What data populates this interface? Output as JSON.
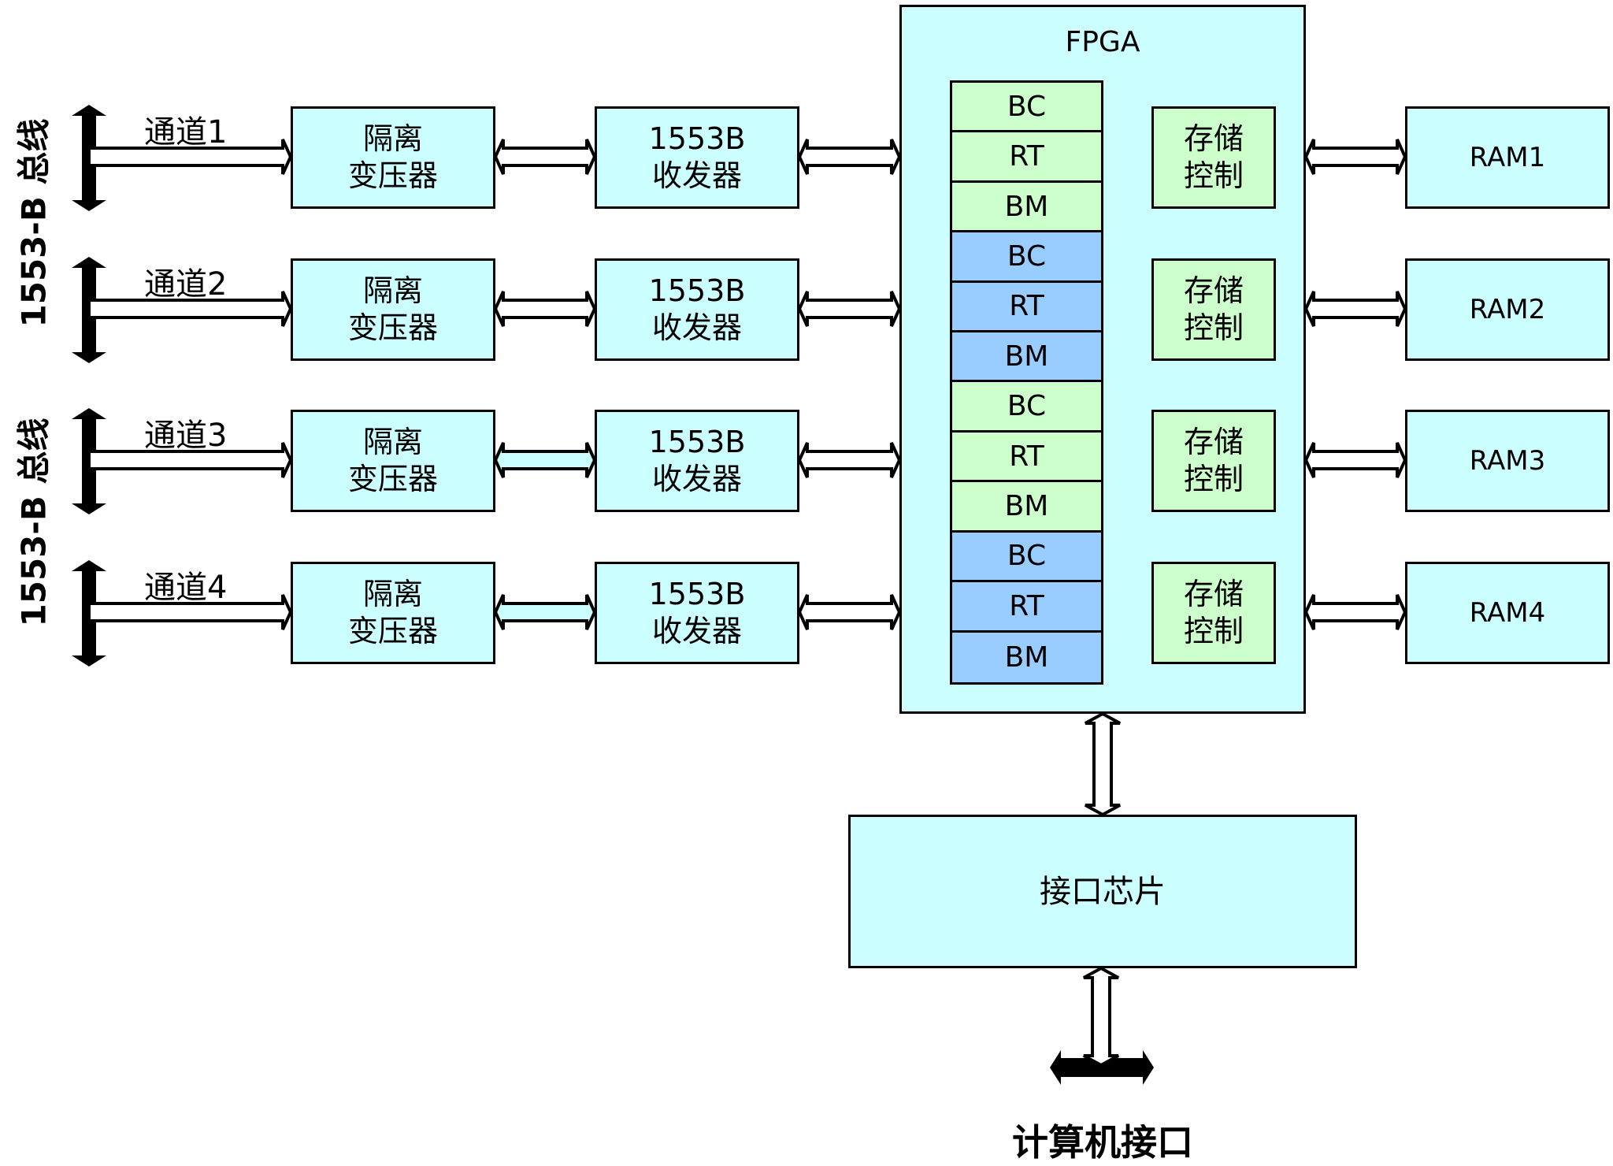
{
  "bus_labels": [
    "1553-B 总线",
    "1553-B 总线"
  ],
  "channels": [
    {
      "label": "通道1",
      "isolator": [
        "隔离",
        "变压器"
      ],
      "transceiver": [
        "1553B",
        "收发器"
      ],
      "storage": [
        "存储",
        "控制"
      ],
      "ram": "RAM1",
      "mid_arrow_fill": "#ffffff"
    },
    {
      "label": "通道2",
      "isolator": [
        "隔离",
        "变压器"
      ],
      "transceiver": [
        "1553B",
        "收发器"
      ],
      "storage": [
        "存储",
        "控制"
      ],
      "ram": "RAM2",
      "mid_arrow_fill": "#ffffff"
    },
    {
      "label": "通道3",
      "isolator": [
        "隔离",
        "变压器"
      ],
      "transceiver": [
        "1553B",
        "收发器"
      ],
      "storage": [
        "存储",
        "控制"
      ],
      "ram": "RAM3",
      "mid_arrow_fill": "#ccffff"
    },
    {
      "label": "通道4",
      "isolator": [
        "隔离",
        "变压器"
      ],
      "transceiver": [
        "1553B",
        "收发器"
      ],
      "storage": [
        "存储",
        "控制"
      ],
      "ram": "RAM4",
      "mid_arrow_fill": "#ccffff"
    }
  ],
  "fpga": {
    "title": "FPGA",
    "modules": [
      {
        "label": "BC",
        "color": "green"
      },
      {
        "label": "RT",
        "color": "green"
      },
      {
        "label": "BM",
        "color": "green"
      },
      {
        "label": "BC",
        "color": "blue"
      },
      {
        "label": "RT",
        "color": "blue"
      },
      {
        "label": "BM",
        "color": "blue"
      },
      {
        "label": "BC",
        "color": "green"
      },
      {
        "label": "RT",
        "color": "green"
      },
      {
        "label": "BM",
        "color": "green"
      },
      {
        "label": "BC",
        "color": "blue"
      },
      {
        "label": "RT",
        "color": "blue"
      },
      {
        "label": "BM",
        "color": "blue"
      }
    ]
  },
  "interface_chip": "接口芯片",
  "computer_interface": "计算机接口",
  "colors": {
    "box": "#ccffff",
    "module_green": "#ccffcc",
    "module_blue": "#99ccff",
    "line": "#000000"
  }
}
